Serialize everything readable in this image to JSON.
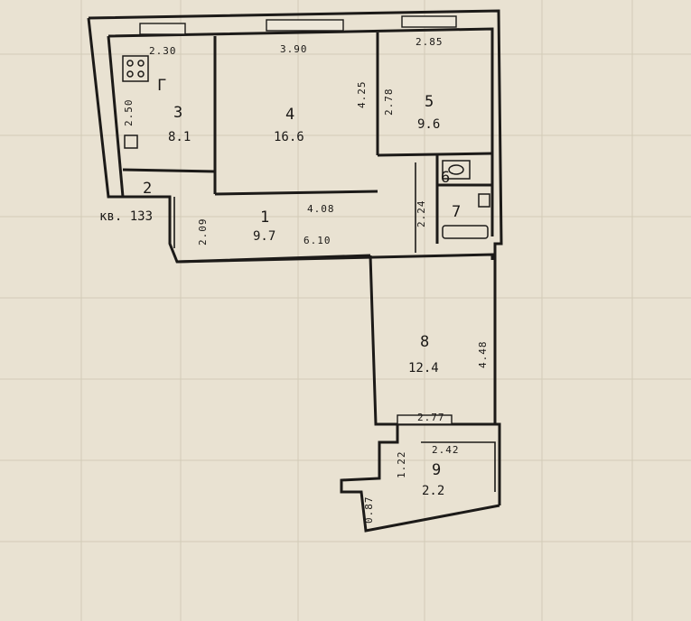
{
  "plan": {
    "apartment_label": "кв. 133",
    "kitchen_stove_mark": "Г",
    "rooms": [
      {
        "id": "1",
        "area": "9.7"
      },
      {
        "id": "2",
        "area": ""
      },
      {
        "id": "3",
        "area": "8.1"
      },
      {
        "id": "4",
        "area": "16.6"
      },
      {
        "id": "5",
        "area": "9.6"
      },
      {
        "id": "6",
        "area": ""
      },
      {
        "id": "7",
        "area": ""
      },
      {
        "id": "8",
        "area": "12.4"
      },
      {
        "id": "9",
        "area": "2.2"
      }
    ],
    "dimensions": {
      "room3_top": "2.30",
      "room3_side": "2.50",
      "room4_top": "3.90",
      "room4_side": "4.25",
      "room4_bottom": "4.08",
      "room5_top": "2.85",
      "room5_side": "2.78",
      "hall_width": "6.10",
      "hall_side": "2.24",
      "hall_left": "2.09",
      "room8_side": "4.48",
      "room8_bottom": "2.77",
      "balcony_top": "2.42",
      "balcony_side": "1.22",
      "balcony_left": "0.87"
    }
  }
}
